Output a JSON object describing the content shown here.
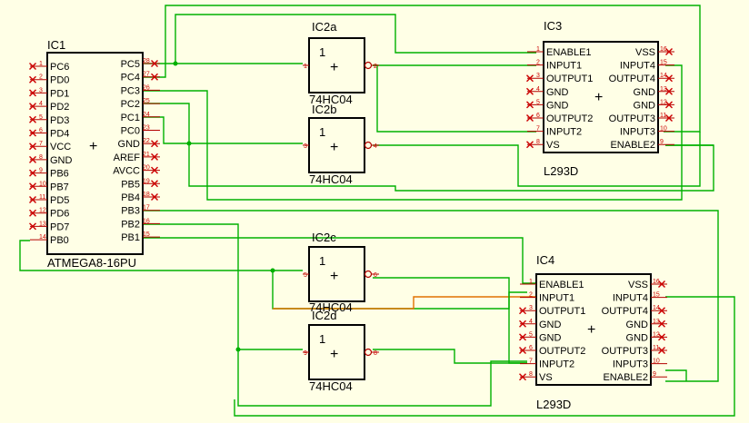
{
  "components": {
    "ic1": {
      "ref": "IC1",
      "value": "ATMEGA8-16PU",
      "center_mark": "+",
      "left_pins": [
        {
          "name": "PC6",
          "num": "1"
        },
        {
          "name": "PD0",
          "num": "2"
        },
        {
          "name": "PD1",
          "num": "3"
        },
        {
          "name": "PD2",
          "num": "4"
        },
        {
          "name": "PD3",
          "num": "5"
        },
        {
          "name": "PD4",
          "num": "6"
        },
        {
          "name": "VCC",
          "num": "7"
        },
        {
          "name": "GND",
          "num": "8"
        },
        {
          "name": "PB6",
          "num": "9"
        },
        {
          "name": "PB7",
          "num": "10"
        },
        {
          "name": "PD5",
          "num": "11"
        },
        {
          "name": "PD6",
          "num": "12"
        },
        {
          "name": "PD7",
          "num": "13"
        },
        {
          "name": "PB0",
          "num": "14"
        }
      ],
      "right_pins": [
        {
          "name": "PC5",
          "num": "28"
        },
        {
          "name": "PC4",
          "num": "27"
        },
        {
          "name": "PC3",
          "num": "26"
        },
        {
          "name": "PC2",
          "num": "25"
        },
        {
          "name": "PC1",
          "num": "24"
        },
        {
          "name": "PC0",
          "num": "23"
        },
        {
          "name": "GND",
          "num": "22"
        },
        {
          "name": "AREF",
          "num": "21"
        },
        {
          "name": "AVCC",
          "num": "20"
        },
        {
          "name": "PB5",
          "num": "19"
        },
        {
          "name": "PB4",
          "num": "18"
        },
        {
          "name": "PB3",
          "num": "17"
        },
        {
          "name": "PB2",
          "num": "16"
        },
        {
          "name": "PB1",
          "num": "15"
        }
      ]
    },
    "inverters": [
      {
        "ref": "IC2a",
        "value": "74HC04",
        "glyph": "1",
        "mark": "+",
        "in_num": "1",
        "out_num": "2"
      },
      {
        "ref": "IC2b",
        "value": "74HC04",
        "glyph": "1",
        "mark": "+",
        "in_num": "3",
        "out_num": "4"
      },
      {
        "ref": "IC2c",
        "value": "74HC04",
        "glyph": "1",
        "mark": "+",
        "in_num": "5",
        "out_num": "6"
      },
      {
        "ref": "IC2d",
        "value": "74HC04",
        "glyph": "1",
        "mark": "+",
        "in_num": "9",
        "out_num": "8"
      }
    ],
    "drivers": [
      {
        "ref": "IC3",
        "value": "L293D",
        "center_mark": "+",
        "left_pins": [
          {
            "name": "ENABLE1",
            "num": "1"
          },
          {
            "name": "INPUT1",
            "num": "2"
          },
          {
            "name": "OUTPUT1",
            "num": "3"
          },
          {
            "name": "GND",
            "num": "4"
          },
          {
            "name": "GND",
            "num": "5"
          },
          {
            "name": "OUTPUT2",
            "num": "6"
          },
          {
            "name": "INPUT2",
            "num": "7"
          },
          {
            "name": "VS",
            "num": "8"
          }
        ],
        "right_pins": [
          {
            "name": "VSS",
            "num": "16"
          },
          {
            "name": "INPUT4",
            "num": "15"
          },
          {
            "name": "OUTPUT4",
            "num": "14"
          },
          {
            "name": "GND",
            "num": "13"
          },
          {
            "name": "GND",
            "num": "12"
          },
          {
            "name": "OUTPUT3",
            "num": "11"
          },
          {
            "name": "INPUT3",
            "num": "10"
          },
          {
            "name": "ENABLE2",
            "num": "9"
          }
        ]
      },
      {
        "ref": "IC4",
        "value": "L293D",
        "center_mark": "+",
        "left_pins": [
          {
            "name": "ENABLE1",
            "num": "1"
          },
          {
            "name": "INPUT1",
            "num": "2"
          },
          {
            "name": "OUTPUT1",
            "num": "3"
          },
          {
            "name": "GND",
            "num": "4"
          },
          {
            "name": "GND",
            "num": "5"
          },
          {
            "name": "OUTPUT2",
            "num": "6"
          },
          {
            "name": "INPUT2",
            "num": "7"
          },
          {
            "name": "VS",
            "num": "8"
          }
        ],
        "right_pins": [
          {
            "name": "VSS",
            "num": "16"
          },
          {
            "name": "INPUT4",
            "num": "15"
          },
          {
            "name": "OUTPUT4",
            "num": "14"
          },
          {
            "name": "GND",
            "num": "13"
          },
          {
            "name": "GND",
            "num": "12"
          },
          {
            "name": "OUTPUT3",
            "num": "11"
          },
          {
            "name": "INPUT3",
            "num": "10"
          },
          {
            "name": "ENABLE2",
            "num": "9"
          }
        ]
      }
    ]
  },
  "colors": {
    "background": "#ffffe6",
    "wire": "#00b000",
    "wire_highlight": "#e07000",
    "pin_lead": "#b30000",
    "no_connect": "#cc0000",
    "body": "#000000"
  }
}
